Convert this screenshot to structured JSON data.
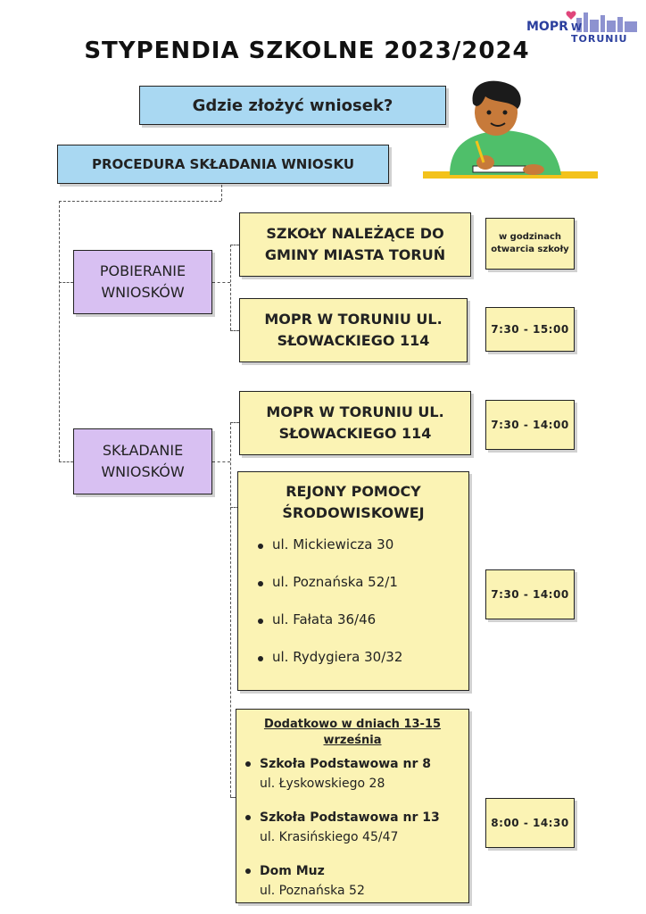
{
  "title": "STYPENDIA SZKOLNE 2023/2024",
  "logo": {
    "text_left": "MOPR",
    "text_right": "W TORUNIU"
  },
  "question": "Gdzie złożyć wniosek?",
  "procedure": "PROCEDURA SKŁADANIA WNIOSKU",
  "sections": {
    "pobieranie": {
      "label": "POBIERANIE WNIOSKÓW",
      "places": [
        {
          "name": "SZKOŁY NALEŻĄCE DO GMINY MIASTA TORUŃ",
          "hours": "w godzinach otwarcia szkoły"
        },
        {
          "name": "MOPR W TORUNIU UL. SŁOWACKIEGO 114",
          "hours": "7:30 - 15:00"
        }
      ]
    },
    "skladanie": {
      "label": "SKŁADANIE WNIOSKÓW",
      "places": [
        {
          "name": "MOPR W TORUNIU UL. SŁOWACKIEGO 114",
          "hours": "7:30 - 14:00"
        }
      ],
      "rejony": {
        "heading": "REJONY POMOCY ŚRODOWISKOWEJ",
        "addresses": [
          "ul. Mickiewicza 30",
          "ul. Poznańska 52/1",
          "ul. Fałata 36/46",
          "ul. Rydygiera 30/32"
        ],
        "hours": "7:30 - 14:00"
      },
      "dodatkowo": {
        "heading": "Dodatkowo w dniach 13-15 września",
        "items": [
          {
            "name": "Szkoła Podstawowa nr 8",
            "address": "ul. Łyskowskiego 28"
          },
          {
            "name": "Szkoła Podstawowa nr 13",
            "address": "ul. Krasińskiego 45/47"
          },
          {
            "name": "Dom Muz",
            "address": "ul. Poznańska 52"
          }
        ],
        "hours": "8:00 - 14:30"
      }
    }
  },
  "colors": {
    "yellow": "#fbf3b4",
    "blue": "#a9d8f2",
    "purple": "#d8c0f2",
    "logo_blue": "#2b3f9e"
  },
  "illustration": "student-writing-icon"
}
